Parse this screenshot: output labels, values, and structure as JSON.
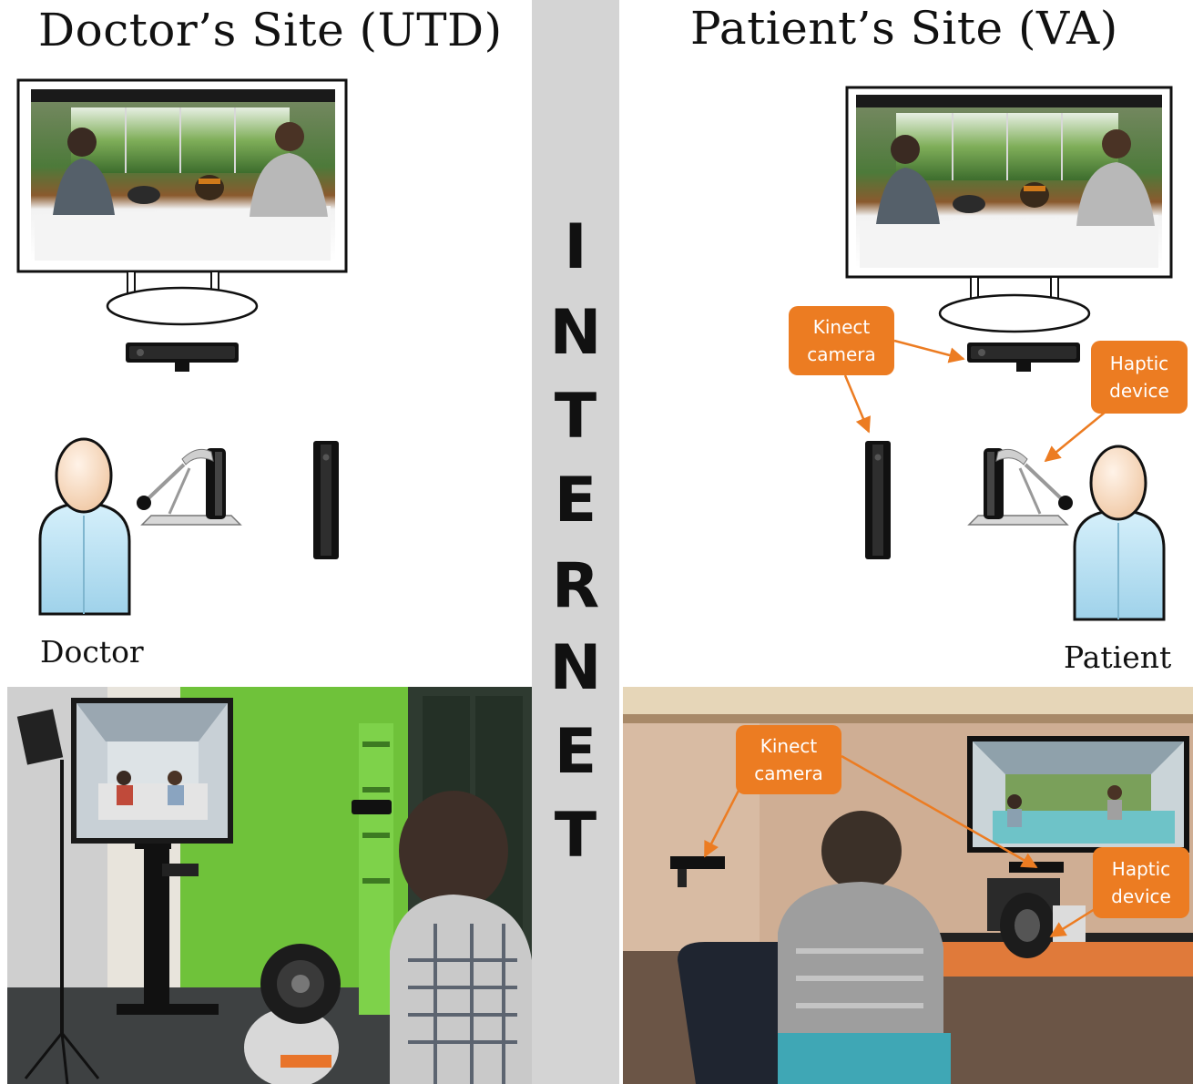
{
  "doctor_site": {
    "title": "Doctor’s Site (UTD)",
    "person_label": "Doctor"
  },
  "patient_site": {
    "title": "Patient’s Site (VA)",
    "person_label": "Patient",
    "callouts": {
      "kinect_line1": "Kinect",
      "kinect_line2": "camera",
      "haptic_line1": "Haptic",
      "haptic_line2": "device"
    }
  },
  "internet": {
    "letters": [
      "I",
      "N",
      "T",
      "E",
      "R",
      "N",
      "E",
      "T"
    ]
  },
  "photo_callouts": {
    "kinect_line1": "Kinect",
    "kinect_line2": "camera",
    "haptic_line1": "Haptic",
    "haptic_line2": "device"
  },
  "colors": {
    "callout": "#ec7c22",
    "internet_band": "#d4d4d4",
    "lab_wall": "#6fc23a",
    "person_body": "#bfe4f4"
  }
}
